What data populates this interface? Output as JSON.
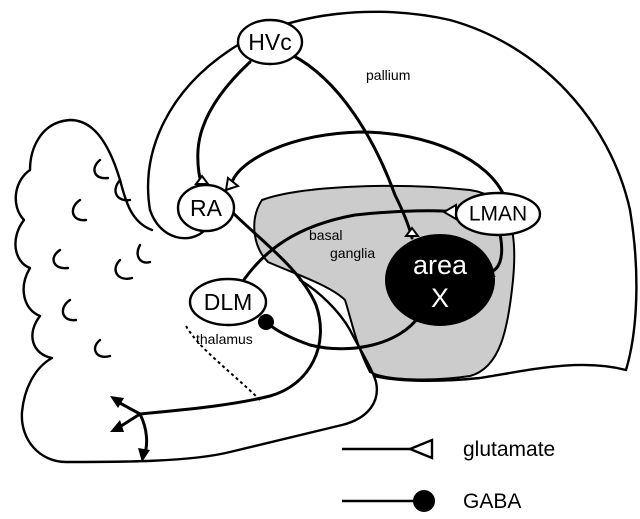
{
  "nodes": {
    "hvc": "HVc",
    "ra": "RA",
    "lman": "LMAN",
    "dlm": "DLM",
    "areax_line1": "area",
    "areax_line2": "X"
  },
  "regions": {
    "pallium": "pallium",
    "basal_line1": "basal",
    "basal_line2": "ganglia",
    "thalamus": "thalamus"
  },
  "legend": {
    "glutamate": "glutamate",
    "gaba": "GABA"
  },
  "colors": {
    "basal_ganglia_fill": "#cccccc",
    "area_x_fill": "#000000",
    "line": "#000000"
  }
}
